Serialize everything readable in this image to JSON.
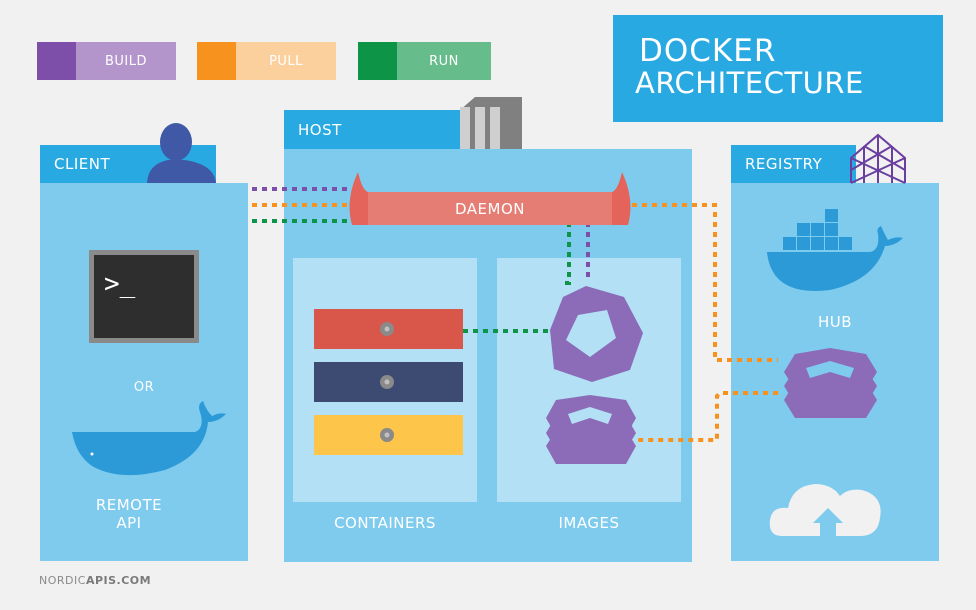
{
  "title": {
    "line1": "DOCKER",
    "line2": "ARCHITECTURE"
  },
  "legend": [
    {
      "label": "BUILD",
      "swatch": "#7e4fa8",
      "fill": "#b395cb"
    },
    {
      "label": "PULL",
      "swatch": "#f7921e",
      "fill": "#fcd09d"
    },
    {
      "label": "RUN",
      "swatch": "#0d9447",
      "fill": "#66bd8b"
    }
  ],
  "client": {
    "label": "CLIENT",
    "terminal_prompt": ">_",
    "or": "OR",
    "remote_api": [
      "REMOTE",
      "API"
    ]
  },
  "host": {
    "label": "HOST",
    "daemon": "DAEMON",
    "containers": "CONTAINERS",
    "images": "IMAGES",
    "container_colors": [
      "#d9574a",
      "#3d4a72",
      "#fdc54a"
    ]
  },
  "registry": {
    "label": "REGISTRY",
    "hub": "HUB"
  },
  "colors": {
    "tab": "#29a9e1",
    "panel": "#7ecbee",
    "subpanel": "#b3e0f5",
    "daemon": "#e6796f",
    "image_purple": "#8c6bb8",
    "build": "#7e4fa8",
    "pull": "#f7921e",
    "run": "#0d9447"
  },
  "footer": {
    "prefix": "NORDIC",
    "suffix": "APIS.COM"
  }
}
